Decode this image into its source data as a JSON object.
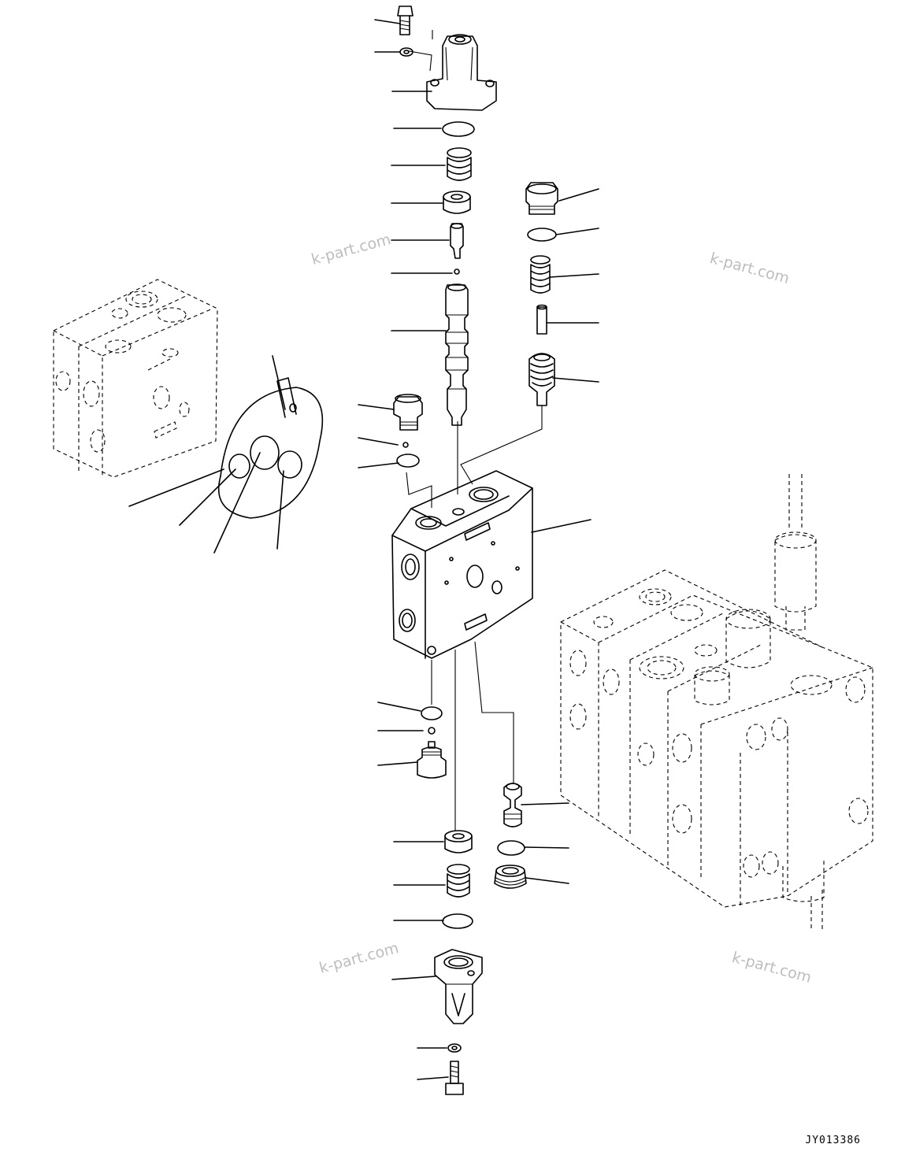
{
  "watermarks": {
    "text_1": "k-part.com",
    "text_2": "k-part.com",
    "text_3": "k-part.com",
    "text_4": "k-part.com"
  },
  "drawing": {
    "code": "JY013386"
  }
}
